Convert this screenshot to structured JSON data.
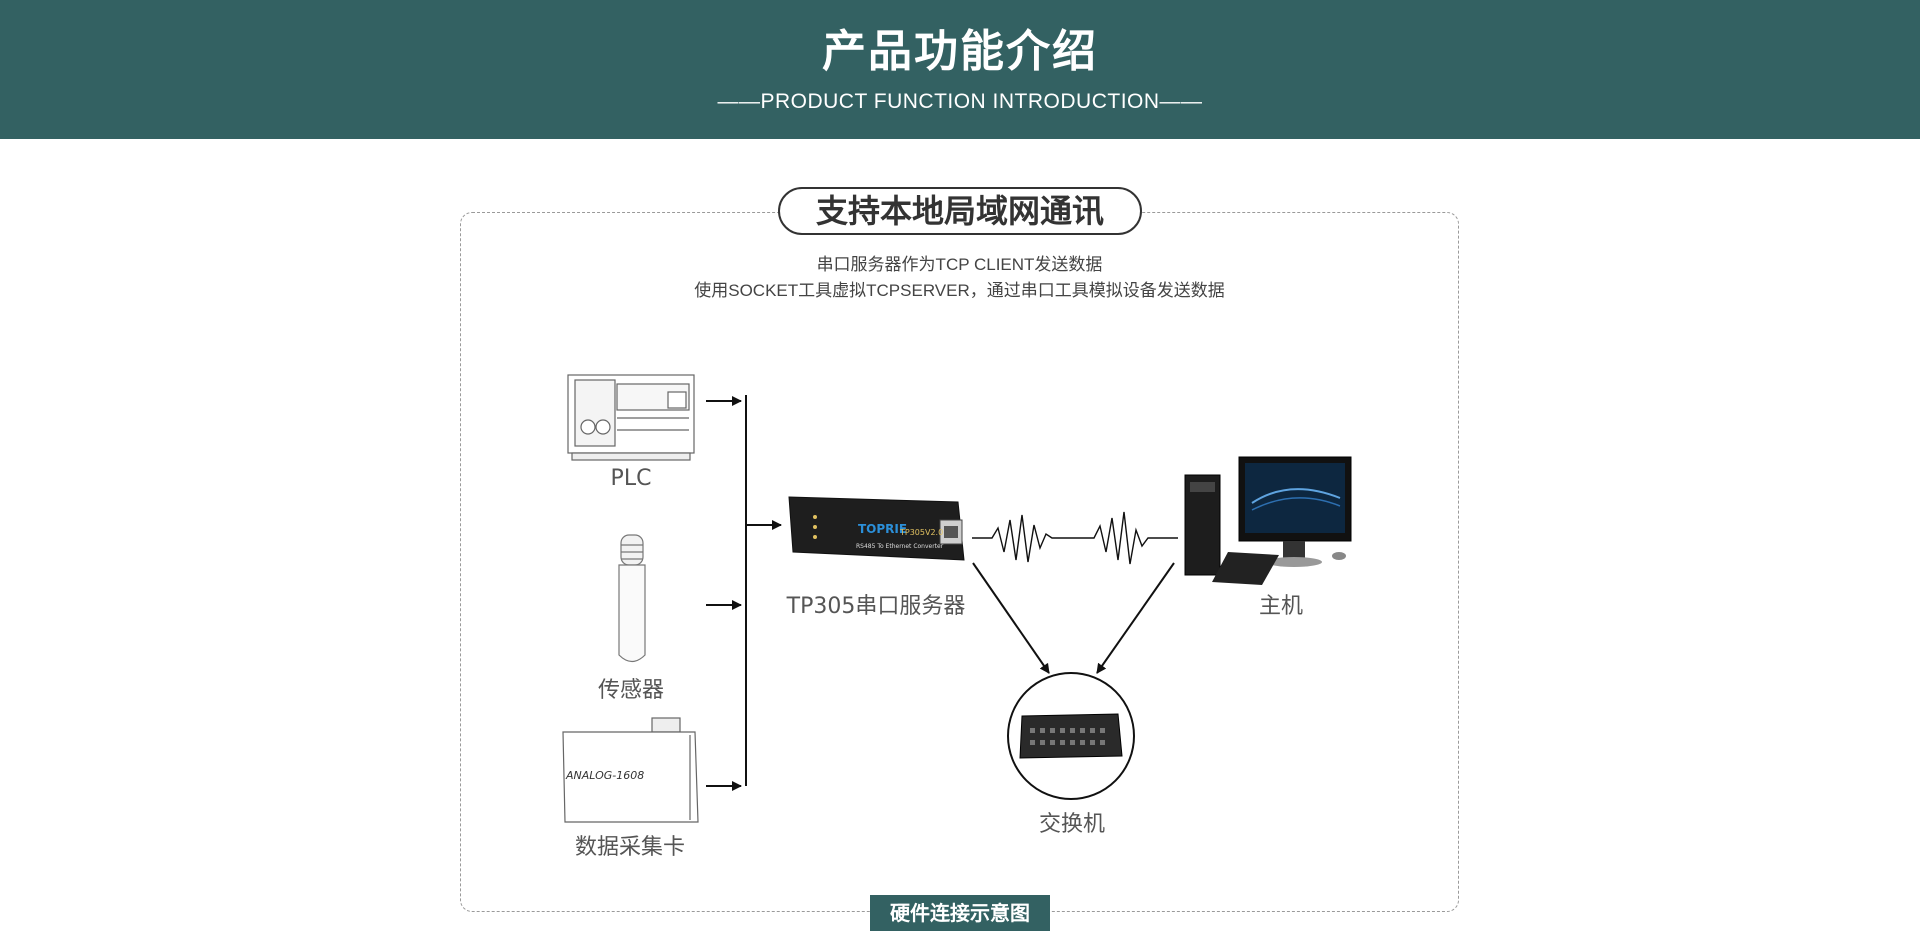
{
  "header": {
    "title": "产品功能介绍",
    "subtitle": "——PRODUCT FUNCTION INTRODUCTION——"
  },
  "section": {
    "title": "支持本地局域网通讯",
    "desc_line1": "串口服务器作为TCP CLIENT发送数据",
    "desc_line2": "使用SOCKET工具虚拟TCPSERVER，通过串口工具模拟设备发送数据"
  },
  "diagram": {
    "plc_label": "PLC",
    "sensor_label": "传感器",
    "daq_label": "数据采集卡",
    "server_label": "TP305串口服务器",
    "host_label": "主机",
    "switch_label": "交换机",
    "daq_device_text": "ANALOG-1608",
    "device_brand": "TOPRIE",
    "device_model": "TP305V2.0",
    "device_subtitle": "RS485 To Ethernet Converter"
  },
  "caption": "硬件连接示意图",
  "colors": {
    "header_bg": "#336162",
    "caption_bg": "#336162",
    "text": "#444444"
  }
}
